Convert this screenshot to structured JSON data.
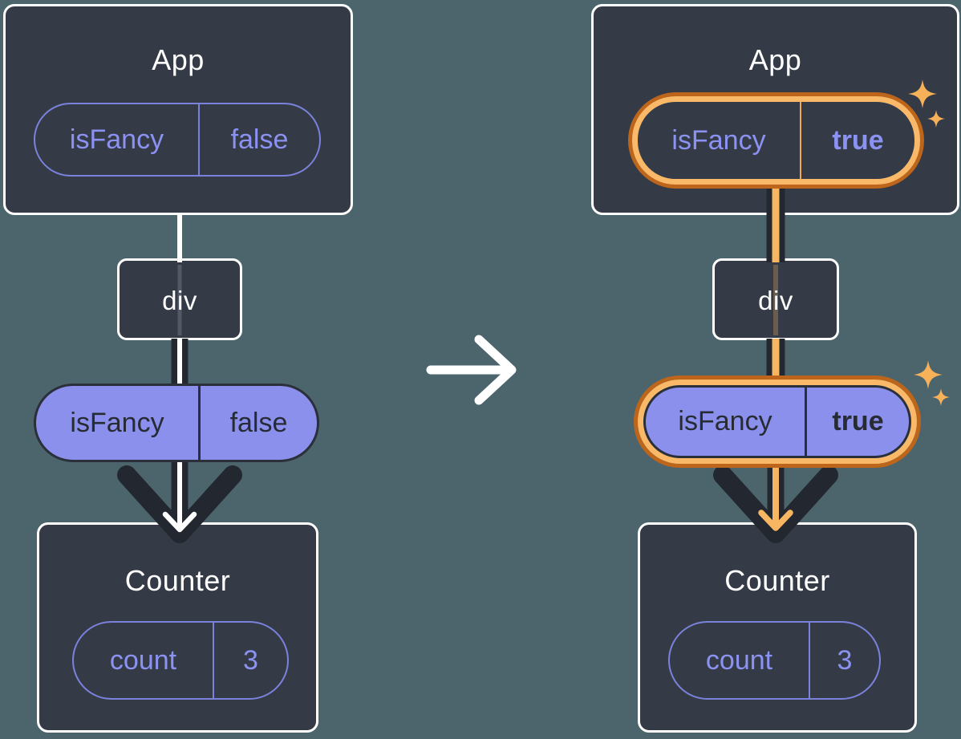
{
  "diagram": {
    "before": {
      "app": {
        "title": "App",
        "state_pill": {
          "key": "isFancy",
          "value": "false"
        }
      },
      "middle": {
        "label": "div"
      },
      "prop_pill": {
        "key": "isFancy",
        "value": "false"
      },
      "counter": {
        "title": "Counter",
        "state_pill": {
          "key": "count",
          "value": "3"
        }
      }
    },
    "after": {
      "app": {
        "title": "App",
        "state_pill": {
          "key": "isFancy",
          "value": "true"
        }
      },
      "middle": {
        "label": "div"
      },
      "prop_pill": {
        "key": "isFancy",
        "value": "true"
      },
      "counter": {
        "title": "Counter",
        "state_pill": {
          "key": "count",
          "value": "3"
        }
      }
    },
    "transition_icon": "arrow-right",
    "highlight_icon": "sparkle",
    "colors": {
      "background": "#4C656C",
      "node_fill": "#343B47",
      "node_border": "#FFFFFF",
      "purple_text": "#8C92F2",
      "purple_outline": "#7B82DC",
      "purple_fill": "#8B90EC",
      "dark_accent": "#23272F",
      "highlight_orange_light": "#F9B968",
      "highlight_orange_dark": "#BC651B",
      "sparkle_orange": "#F6B159"
    }
  }
}
